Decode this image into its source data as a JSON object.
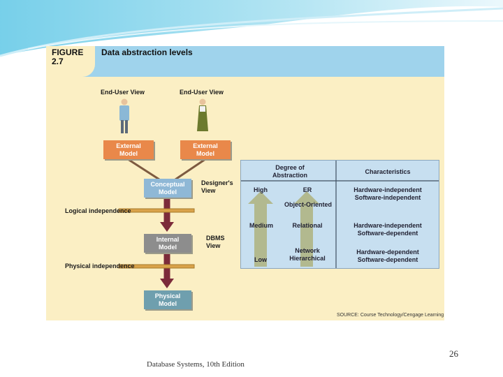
{
  "figure": {
    "label_word": "FIGURE",
    "label_number": "2.7",
    "title": "Data abstraction levels",
    "source": "SOURCE: Course Technology/Cengage Learning"
  },
  "users": {
    "left_view": "End-User View",
    "right_view": "End-User View"
  },
  "models": {
    "external_left": "External\nModel",
    "external_right": "External\nModel",
    "conceptual": "Conceptual\nModel",
    "internal": "Internal\nModel",
    "physical": "Physical\nModel"
  },
  "side_labels": {
    "designers_view": "Designer's\nView",
    "dbms_view": "DBMS\nView",
    "logical_independence": "Logical independence",
    "physical_independence": "Physical independence"
  },
  "table": {
    "header_degree": "Degree of\nAbstraction",
    "header_characteristics": "Characteristics",
    "level_high": "High",
    "level_medium": "Medium",
    "level_low": "Low",
    "model_er": "ER",
    "model_oo": "Object-Oriented",
    "model_relational": "Relational",
    "model_network": "Network\nHierarchical",
    "char_high": "Hardware-independent\nSoftware-independent",
    "char_medium": "Hardware-independent\nSoftware-dependent",
    "char_low": "Hardware-dependent\nSoftware-dependent"
  },
  "colors": {
    "header_blue": "#9fd3ec",
    "panel_yellow": "#fbefc4",
    "external_orange": "#e9884a",
    "conceptual_blue": "#8fb8d6",
    "internal_gray": "#8d8d8d",
    "physical_teal": "#6f9fae",
    "arrow_maroon": "#7c2b3a"
  },
  "footer": {
    "text": "Database Systems, 10th Edition",
    "page_number": "26"
  }
}
